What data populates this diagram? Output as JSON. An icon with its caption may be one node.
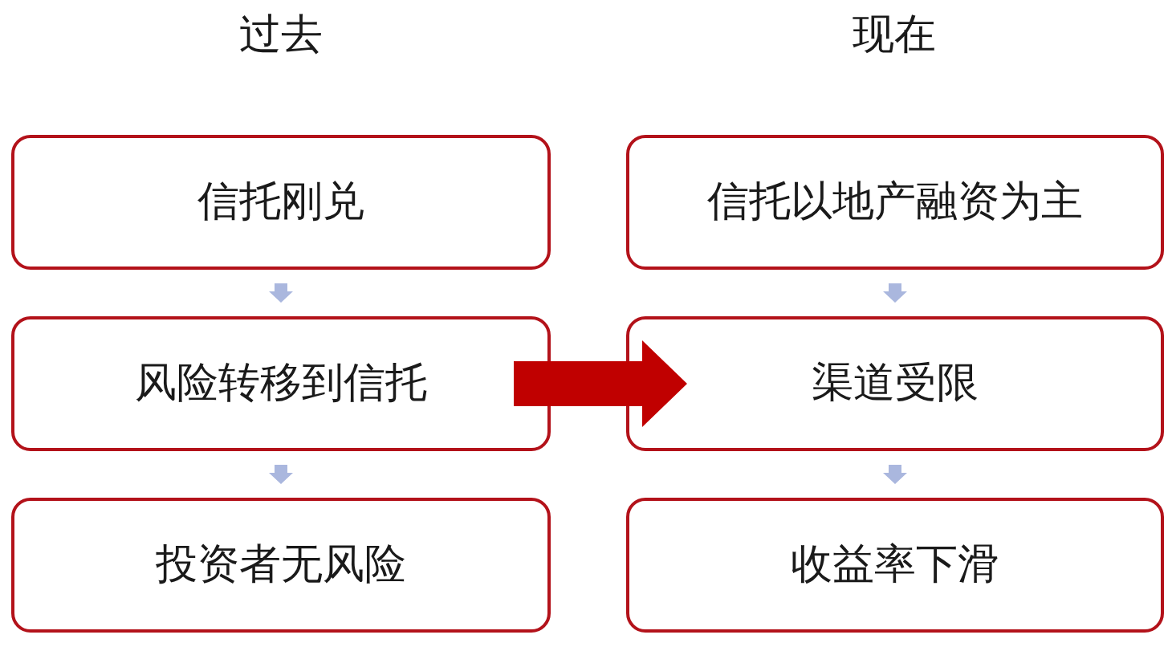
{
  "diagram": {
    "nodes": [
      {
        "text": [
          "信托刚兑"
        ]
      },
      {
        "text": [
          "风险转移到信托"
        ]
      },
      {
        "text": [
          "投资者无风险"
        ]
      },
      {
        "text": [
          "信托以地产融资为主"
        ]
      },
      {
        "text": [
          "渠道受限"
        ]
      },
      {
        "text": [
          "收益率下滑"
        ]
      }
    ],
    "edges": [
      {
        "from": 0,
        "to": 1,
        "arrow": "to"
      },
      {
        "from": 1,
        "to": 2,
        "arrow": "to"
      },
      {
        "from": 3,
        "to": 4,
        "arrow": "to"
      },
      {
        "from": 4,
        "to": 5,
        "arrow": "to"
      },
      {
        "from": 1,
        "to": 4,
        "arrow": "to",
        "style": "thick",
        "color": "#c00000"
      }
    ],
    "labels": [
      "过去",
      "现在"
    ]
  }
}
